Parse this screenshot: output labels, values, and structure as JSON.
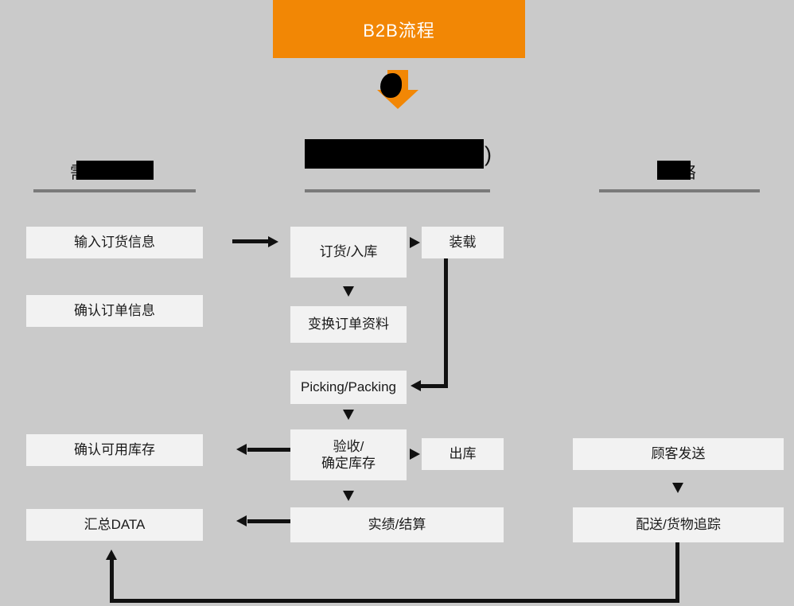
{
  "banner": {
    "title": "B2B流程"
  },
  "headers": {
    "left": {
      "fragment": "需"
    },
    "center": {
      "fragment": ")"
    },
    "right": {
      "fragment": "络"
    }
  },
  "flow": {
    "left": [
      "输入订货信息",
      "确认订单信息",
      "确认可用库存",
      "汇总DATA"
    ],
    "center": {
      "order_inbound": "订货/入库",
      "transform": "变换订单资料",
      "picking": "Picking/Packing",
      "inspect_line1": "验收/",
      "inspect_line2": "确定库存",
      "settlement": "实绩/结算"
    },
    "side": {
      "load": "装载",
      "outbound": "出库"
    },
    "right": {
      "dispatch": "顾客发送",
      "tracking": "配送/货物追踪"
    }
  },
  "colors": {
    "accent_orange": "#F28705",
    "background": "#CACACA",
    "box_background": "#F2F2F2",
    "connector_black": "#111111",
    "underline_gray": "#7A7A7A",
    "banner_text": "#FFFFFF"
  }
}
